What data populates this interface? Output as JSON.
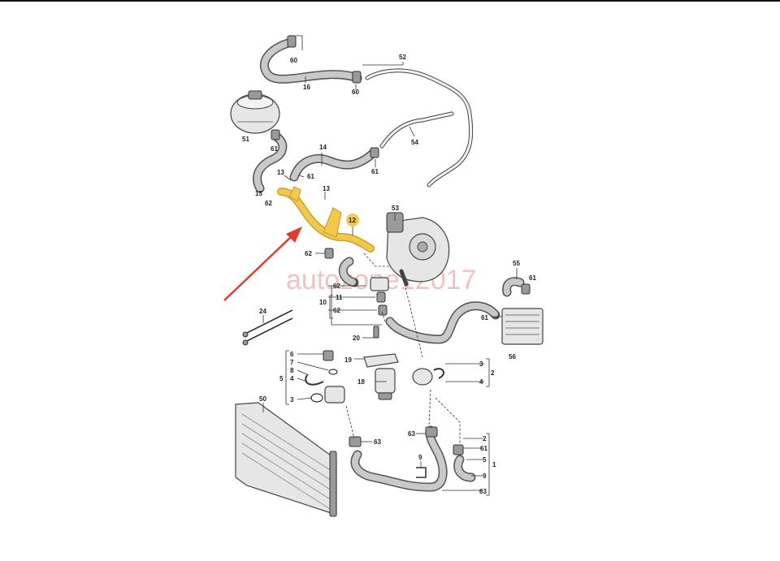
{
  "watermark": "autozone12017",
  "highlight_color": "#f2c94c",
  "arrow_color": "#e23b2e",
  "parts": {
    "p60a": "60",
    "p16": "16",
    "p52": "52",
    "p60b": "60",
    "p51": "51",
    "p61a": "61",
    "p14": "14",
    "p61b": "61",
    "p54": "54",
    "p13a": "13",
    "p61c": "61",
    "p15": "15",
    "p62a": "62",
    "p13b": "13",
    "p12": "12",
    "p53": "53",
    "p62b": "62",
    "p55": "55",
    "p61d": "61",
    "p62c": "62",
    "p11": "11",
    "p10": "10",
    "p62d": "62",
    "p61e": "61",
    "p56": "56",
    "p24": "24",
    "p20": "20",
    "p19": "19",
    "p18": "18",
    "p3a": "3",
    "p2a": "2",
    "p4a": "4",
    "p6": "6",
    "p7": "7",
    "p8": "8",
    "p5a": "5",
    "p4b": "4",
    "p3b": "3",
    "p50": "50",
    "p63a": "63",
    "p63b": "63",
    "p9a": "9",
    "p2b": "2",
    "p61f": "61",
    "p5b": "5",
    "p9b": "9",
    "p1": "1",
    "p63c": "63"
  }
}
